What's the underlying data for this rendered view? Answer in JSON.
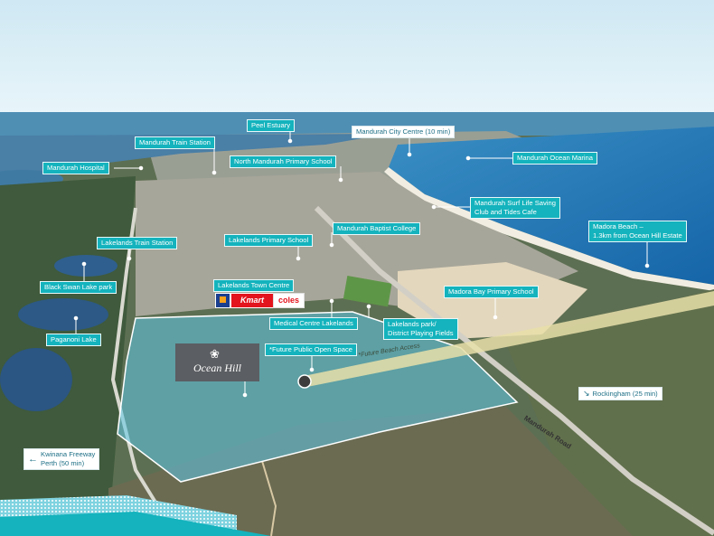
{
  "labels": {
    "peel_estuary": "Peel Estuary",
    "mandurah_city_centre": "Mandurah City Centre (10 min)",
    "mandurah_train_station": "Mandurah Train Station",
    "north_mandurah_primary": "North Mandurah Primary School",
    "mandurah_ocean_marina": "Mandurah Ocean Marina",
    "mandurah_hospital": "Mandurah Hospital",
    "surf_club_line1": "Mandurah Surf Life Saving",
    "surf_club_line2": "Club and Tides Cafe",
    "madora_beach_line1": "Madora Beach –",
    "madora_beach_line2": "1.3km from Ocean Hill Estate",
    "mandurah_baptist": "Mandurah Baptist College",
    "lakelands_train_station": "Lakelands Train Station",
    "lakelands_primary": "Lakelands Primary School",
    "black_swan_lake": "Black Swan Lake park",
    "lakelands_town_centre": "Lakelands Town Centre",
    "madora_bay_primary": "Madora Bay Primary School",
    "medical_centre": "Medical Centre Lakelands",
    "lakelands_park_line1": "Lakelands park/",
    "lakelands_park_line2": "District Playing Fields",
    "paganoni_lake": "Paganoni Lake",
    "future_open_space": "*Future Public Open Space",
    "rockingham": "Rockingham (25 min)",
    "kwinana_line1": "Kwinana Freeway",
    "kwinana_line2": "Perth  (50 min)"
  },
  "map_text": {
    "estate_logo": "Ocean Hill",
    "future_beach_access": "*Future Beach Access",
    "mandurah_road": "Mandurah Road",
    "kmart": "Kmart",
    "coles": "coles"
  },
  "colors": {
    "label_bg": "#14b3bd",
    "estate_overlay": "#5ec8e8",
    "ocean": "#1e78b4",
    "sky": "#d9eef6"
  }
}
